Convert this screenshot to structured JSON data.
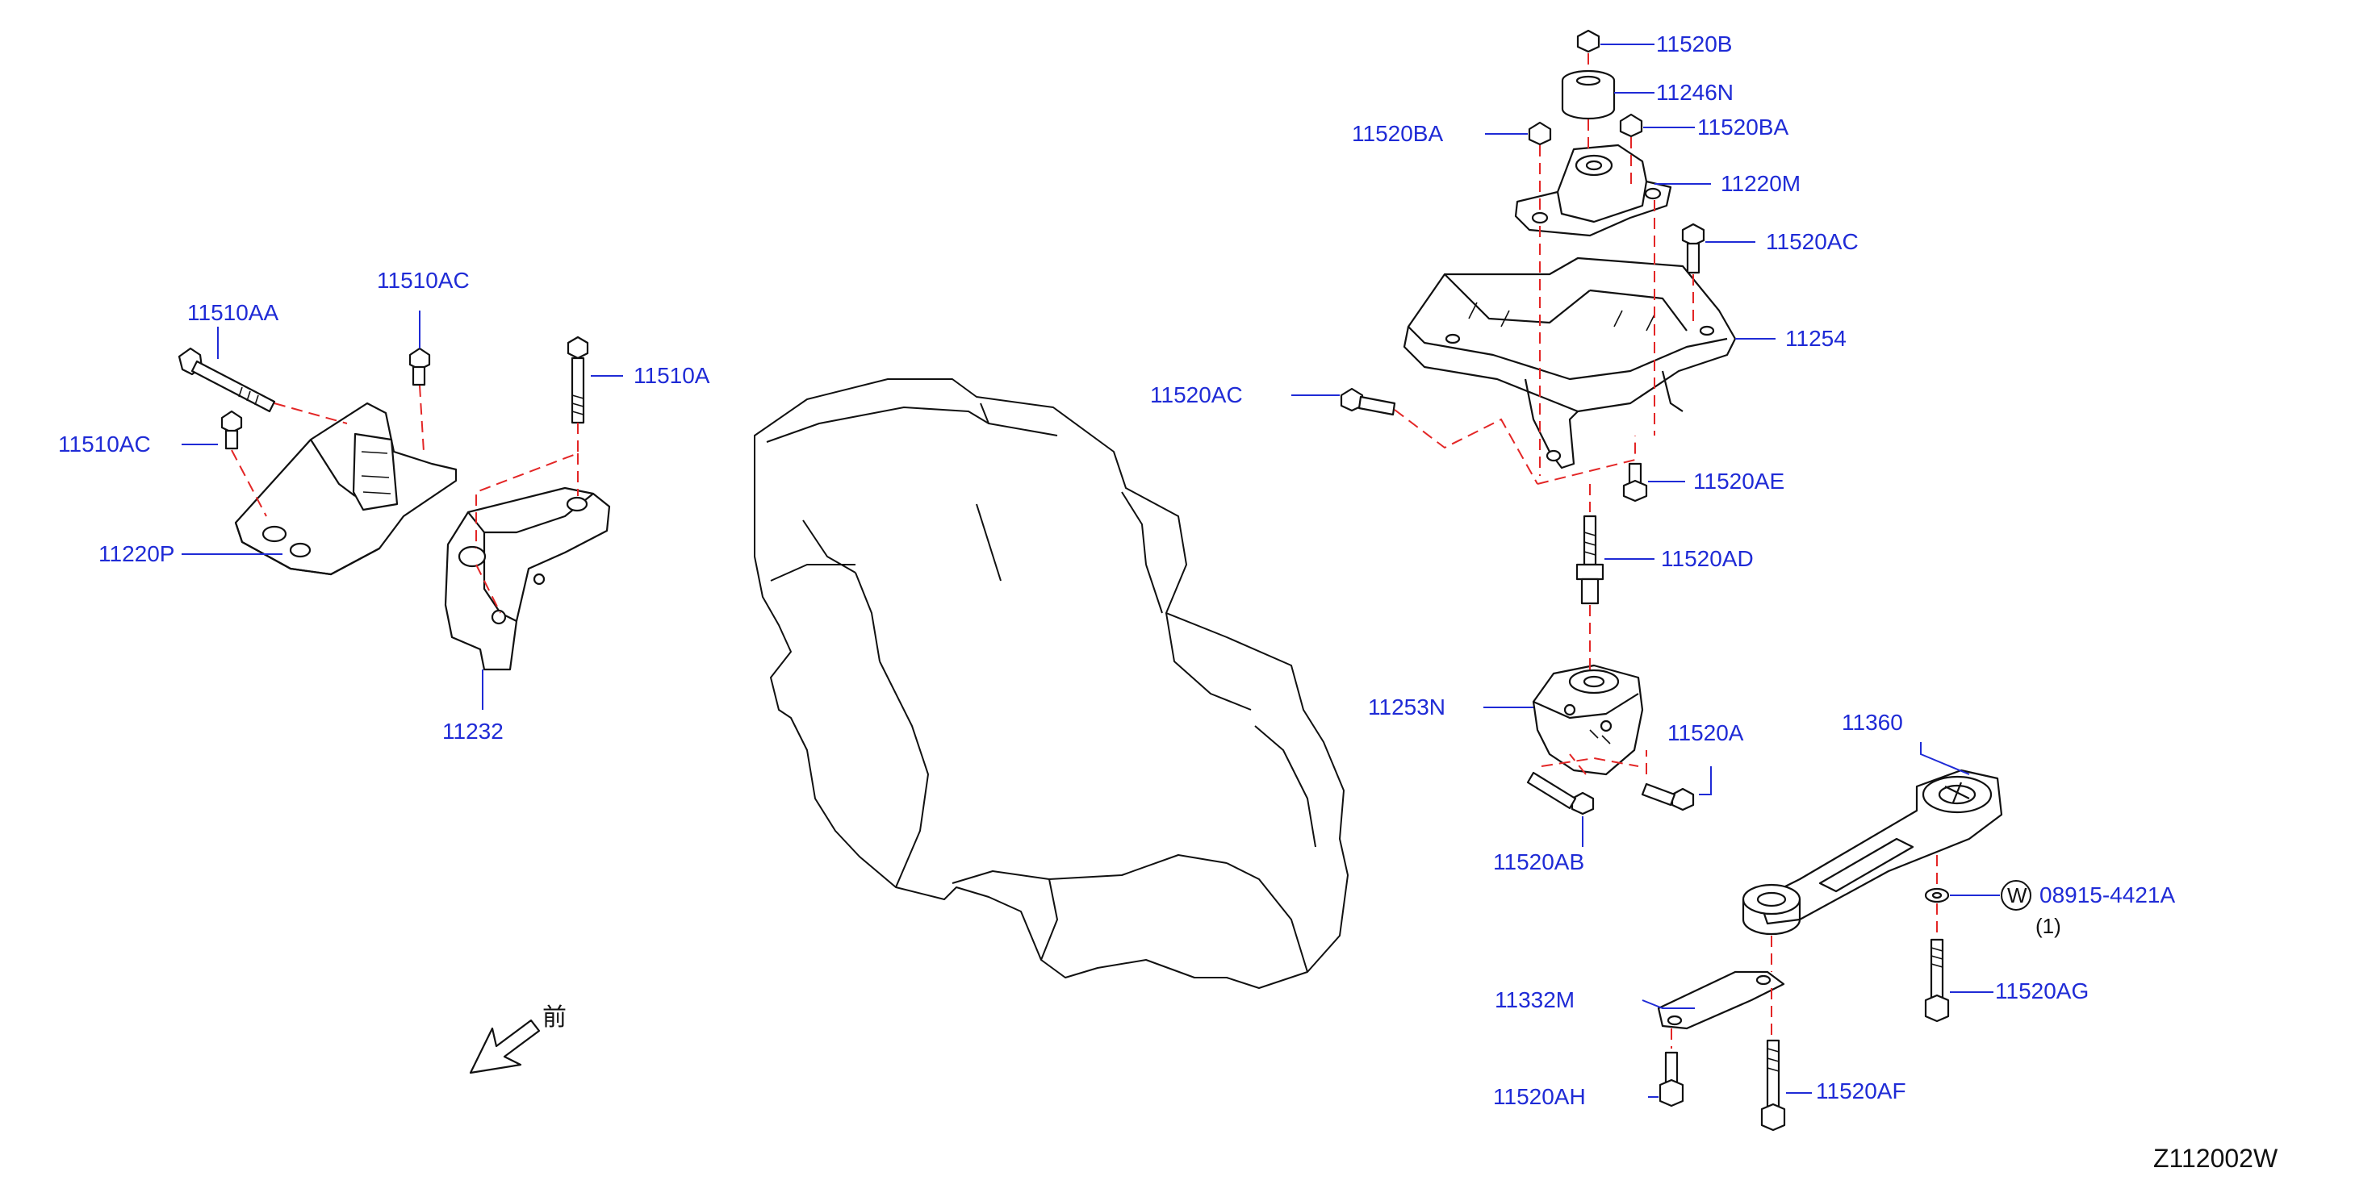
{
  "diagram_id": "Z112002W",
  "front_marker": "前",
  "washer_symbol": "W",
  "washer_qty": "(1)",
  "colors": {
    "label": "#1f2bd6",
    "alignment_line": "#e32626",
    "outline": "#111111"
  },
  "labels": {
    "p11510AA": "11510AA",
    "p11510AC_top": "11510AC",
    "p11510AC_left": "11510AC",
    "p11510A": "11510A",
    "p11220P": "11220P",
    "p11232": "11232",
    "p11520B": "11520B",
    "p11246N": "11246N",
    "p11520BA_left": "11520BA",
    "p11520BA_right": "11520BA",
    "p11220M": "11220M",
    "p11520AC_right": "11520AC",
    "p11254": "11254",
    "p11520AC_left": "11520AC",
    "p11520AE": "11520AE",
    "p11520AD": "11520AD",
    "p11253N": "11253N",
    "p11520A": "11520A",
    "p11520AB": "11520AB",
    "p11360": "11360",
    "p08915": "08915-4421A",
    "p11520AG": "11520AG",
    "p11332M": "11332M",
    "p11520AH": "11520AH",
    "p11520AF": "11520AF"
  }
}
